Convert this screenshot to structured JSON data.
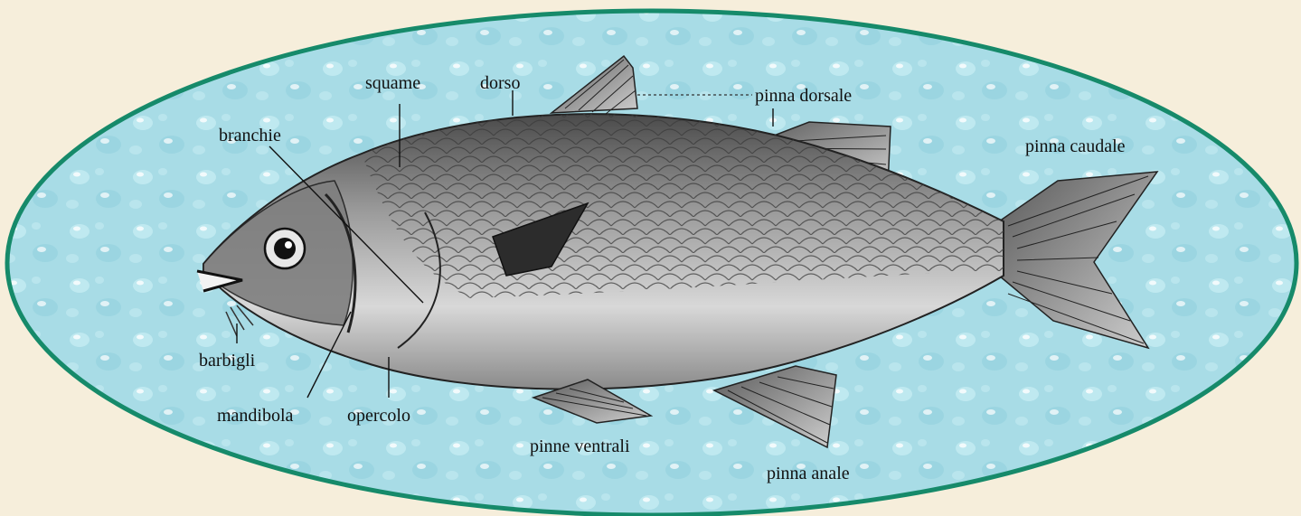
{
  "diagram": {
    "background_color": "#f6eedb",
    "ellipse_fill": "#a8dce6",
    "ellipse_border": "#168a6a",
    "fish_body_color": "#b9b9b9",
    "labels": {
      "squame": "squame",
      "dorso": "dorso",
      "pinna_dorsale": "pinna dorsale",
      "branchie": "branchie",
      "pinna_caudale": "pinna caudale",
      "barbigli": "barbigli",
      "mandibola": "mandibola",
      "opercolo": "opercolo",
      "pinne_ventrali": "pinne ventrali",
      "pinna_anale": "pinna anale"
    }
  }
}
